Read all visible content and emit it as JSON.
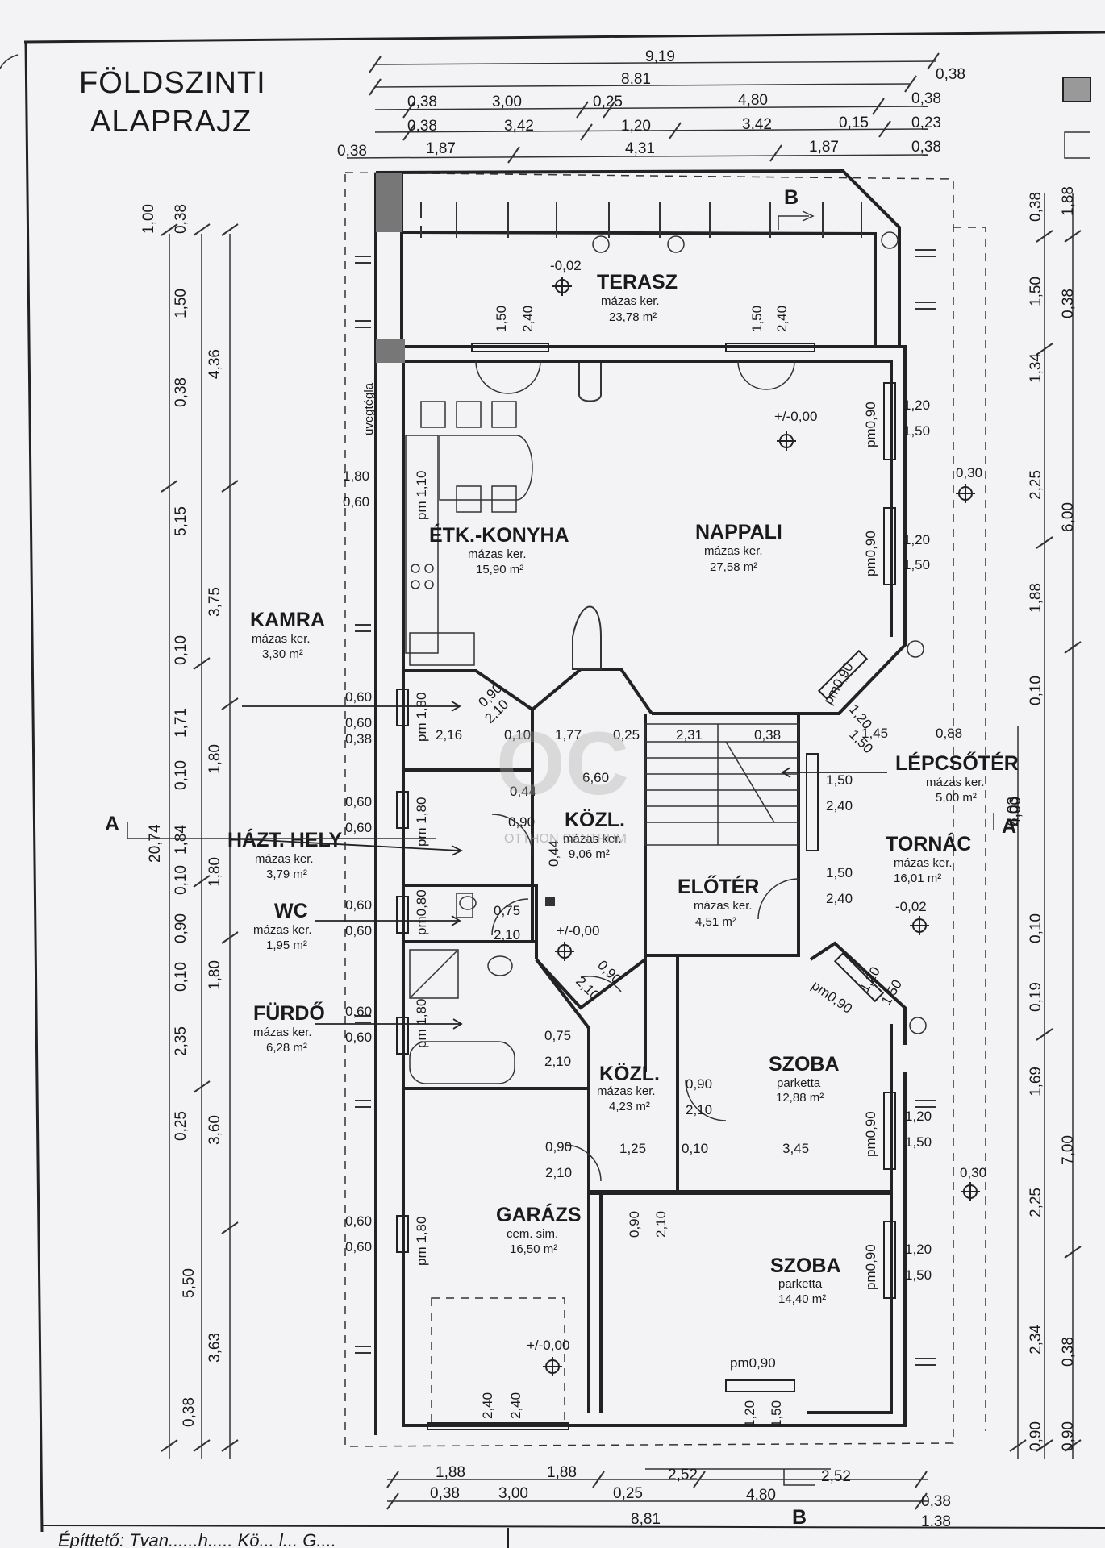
{
  "title": [
    "FÖLDSZINTI",
    "ALAPRAJZ"
  ],
  "rooms": {
    "terasz": {
      "name": "TERASZ",
      "floor": "mázas ker.",
      "area": "23,78 m²",
      "level": "-0,02"
    },
    "konyha": {
      "name": "ÉTK.-KONYHA",
      "floor": "mázas ker.",
      "area": "15,90 m²"
    },
    "nappali": {
      "name": "NAPPALI",
      "floor": "mázas ker.",
      "area": "27,58 m²",
      "level": "+/-0,00"
    },
    "kamra": {
      "name": "KAMRA",
      "floor": "mázas ker.",
      "area": "3,30 m²"
    },
    "lepcso": {
      "name": "LÉPCSŐTÉR",
      "floor": "mázas ker.",
      "area": "5,00 m²"
    },
    "kozl1": {
      "name": "KÖZL.",
      "floor": "mázas ker.",
      "area": "9,06 m²"
    },
    "haztartasi": {
      "name": "HÁZT. HELY",
      "floor": "mázas ker.",
      "area": "3,79 m²"
    },
    "tornac": {
      "name": "TORNÁC",
      "floor": "mázas ker.",
      "area": "16,01 m²",
      "level": "-0,02"
    },
    "eloter": {
      "name": "ELŐTÉR",
      "floor": "mázas ker.",
      "area": "4,51 m²"
    },
    "wc": {
      "name": "WC",
      "floor": "mázas ker.",
      "area": "1,95 m²"
    },
    "furdo": {
      "name": "FÜRDŐ",
      "floor": "mázas ker.",
      "area": "6,28 m²"
    },
    "kozl2": {
      "name": "KÖZL.",
      "floor": "mázas ker.",
      "area": "4,23 m²"
    },
    "szoba1": {
      "name": "SZOBA",
      "floor": "parketta",
      "area": "12,88 m²"
    },
    "garazs": {
      "name": "GARÁZS",
      "floor": "cem. sim.",
      "area": "16,50 m²",
      "level": "+/-0,00"
    },
    "szoba2": {
      "name": "SZOBA",
      "floor": "parketta",
      "area": "14,40 m²"
    }
  },
  "levels": {
    "hall": "+/-0,00",
    "east1": "0,30",
    "east2": "0,30"
  },
  "section_marks": {
    "a": "A",
    "b": "B"
  },
  "labels": {
    "uvegtegla": "üvegtégla",
    "watermark": "OC",
    "watermark_sub": "OTTHON CENTRUM"
  },
  "top_dims": {
    "r1": [
      "9,19"
    ],
    "r2": [
      "8,81",
      "0,38"
    ],
    "r3": [
      "0,38",
      "3,00",
      "0,25",
      "4,80",
      "0,38"
    ],
    "r4": [
      "0,38",
      "3,42",
      "1,20",
      "3,42",
      "0,15",
      "0,23"
    ],
    "r5": [
      "0,38",
      "1,87",
      "4,31",
      "1,87",
      "0,38"
    ]
  },
  "left_dims_outer": [
    "1,00",
    "0,38",
    "1,50",
    "0,38",
    "5,15",
    "0,10",
    "1,71",
    "0,10",
    "1,84",
    "0,10",
    "0,90",
    "0,10",
    "2,35",
    "0,25",
    "5,50",
    "0,38"
  ],
  "left_dims_inner": [
    "4,36",
    "3,75",
    "1,80",
    "1,80",
    "1,80",
    "3,60",
    "3,63"
  ],
  "left_total": "20,74",
  "right_dims_outer": [
    "0,38",
    "1,50",
    "1,34",
    "2,25",
    "1,88",
    "0,10",
    "0,10",
    "0,19",
    "1,69",
    "2,25",
    "2,34",
    "0,90"
  ],
  "right_dims_mid": [
    "1,88",
    "0,38",
    "6,00",
    "4,00",
    "7,00",
    "0,38",
    "0,90"
  ],
  "right_total": "6,03",
  "bottom_dims": {
    "r1": [
      "1,88",
      "1,88",
      "2,52",
      "2,52"
    ],
    "r2": [
      "0,38",
      "3,00",
      "0,25",
      "4,80",
      "0,38"
    ],
    "r3": [
      "8,81",
      "1,38"
    ]
  },
  "window_dims": [
    "1,50",
    "2,40",
    "1,50",
    "2,40",
    "pm0,90",
    "1,20",
    "1,50",
    "pm 1,10",
    "1,80",
    "0,60",
    "pm0,90",
    "1,20",
    "1,50",
    "pm0,90",
    "1,20",
    "1,50",
    "0,60",
    "0,60",
    "0,38",
    "pm 1,80",
    "0,90",
    "2,10",
    "2,16",
    "0,10",
    "1,77",
    "0,25",
    "2,31",
    "0,38",
    "1,45",
    "0,88",
    "6,60",
    "1,50",
    "2,40",
    "0,60",
    "0,60",
    "pm 1,80",
    "0,44",
    "0,90",
    "0,44",
    "1,50",
    "2,40",
    "0,60",
    "0,60",
    "pm0,80",
    "0,75",
    "2,10",
    "0,90",
    "2,10",
    "1,20",
    "1,50",
    "pm0,90",
    "0,60",
    "0,60",
    "pm 1,80",
    "0,75",
    "2,10",
    "0,90",
    "2,10",
    "pm0,90",
    "1,20",
    "1,50",
    "0,90",
    "2,10",
    "1,25",
    "0,10",
    "3,45",
    "0,60",
    "0,60",
    "pm 1,80",
    "0,90",
    "2,10",
    "pm0,90",
    "1,20",
    "1,50",
    "pm0,90",
    "1,20",
    "1,50",
    "2,40",
    "2,40"
  ],
  "footer": {
    "left": "Építtető: Tvan......h..... Kö... l... G....",
    "right": ""
  }
}
